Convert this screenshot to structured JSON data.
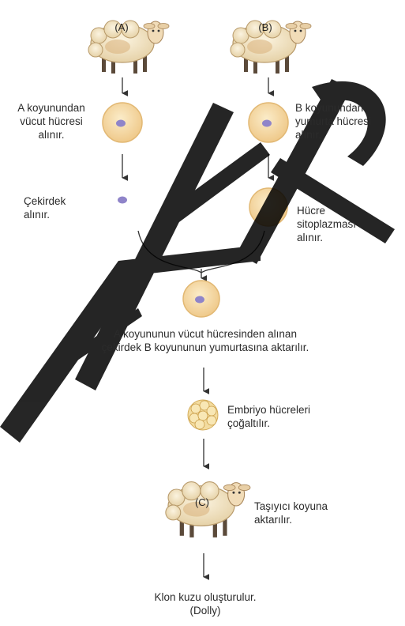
{
  "sheep_labels": {
    "a": "(A)",
    "b": "(B)",
    "c": "(C)"
  },
  "steps": {
    "a_cell": [
      "A koyunundan",
      "vücut hücresi",
      "alınır."
    ],
    "b_cell": [
      "B koyunundan",
      "yumurta hücresi",
      "alınır."
    ],
    "nucleus": [
      "Çekirdek",
      "alınır."
    ],
    "cytoplasm": [
      "Hücre",
      "sitoplazması",
      "alınır."
    ],
    "transfer": [
      "A koyununun vücut hücresinden alınan",
      "çekirdek B koyununun yumurtasına aktarılır."
    ],
    "embryo": [
      "Embriyo hücreleri",
      "çoğaltılır."
    ],
    "surrogate": [
      "Taşıyıcı koyuna",
      "aktarılır."
    ],
    "clone": [
      "Klon kuzu oluşturulur.",
      "(Dolly)"
    ]
  },
  "colors": {
    "cell_fill": "#f6d9a6",
    "cell_edge": "#e2b873",
    "nucleus": "#8f84c9",
    "sheep_wool": "#f3e6c8",
    "watermark": "#000000"
  }
}
